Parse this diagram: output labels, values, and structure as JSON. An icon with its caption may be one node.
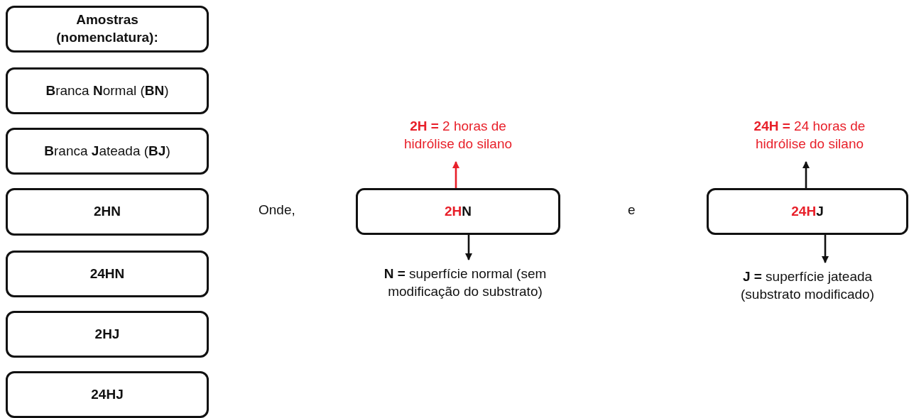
{
  "diagram": {
    "nodes": [
      {
        "text": [
          "Amostras (nomenclatura):"
        ]
      },
      {
        "text": [
          "**B**ranca **N**ormal (**BN**)"
        ]
      },
      {
        "text": [
          "**B**ranca **J**ateada (**BJ**)"
        ]
      },
      {
        "text": [
          "2HN"
        ]
      },
      {
        "text": [
          "24HN"
        ]
      },
      {
        "text": [
          "2HJ"
        ]
      },
      {
        "text": [
          "24HJ"
        ]
      },
      {
        "text": [
          "2HN"
        ]
      },
      {
        "text": [
          "**2H =** 2 horas de hidrólise do silano"
        ]
      },
      {
        "text": [
          "**N =** superfície normal (sem modificação do substrato)"
        ]
      },
      {
        "text": [
          "24HJ"
        ]
      },
      {
        "text": [
          "**24H =** 24 horas de hidrólise do silano"
        ]
      },
      {
        "text": [
          "**J =** superfície jateada (substrato modificado)"
        ]
      }
    ],
    "edges": [
      {
        "from": 7,
        "to": 8,
        "arrow": "to",
        "color": "#e8202a"
      },
      {
        "from": 7,
        "to": 9,
        "arrow": "to"
      },
      {
        "from": 10,
        "to": 11,
        "arrow": "to"
      },
      {
        "from": 10,
        "to": 12,
        "arrow": "to"
      }
    ],
    "labels": [
      "Onde,",
      "e"
    ]
  }
}
